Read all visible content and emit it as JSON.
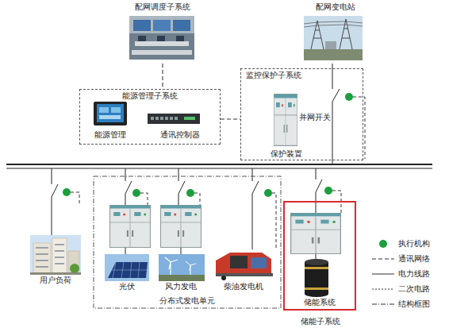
{
  "diagram": {
    "nodes": [
      {
        "text": [
          "配网调度子系统"
        ]
      },
      {
        "text": [
          "配网变电站"
        ]
      },
      {
        "text": [
          "能源管理子系统"
        ]
      },
      {
        "text": [
          "能源管理"
        ],
        "in": 2
      },
      {
        "text": [
          "通讯控制器"
        ],
        "in": 2
      },
      {
        "text": [
          "监控保护子系统"
        ]
      },
      {
        "text": [
          "保护装置"
        ],
        "in": 5
      },
      {
        "text": [
          "用户负荷"
        ]
      },
      {
        "text": [
          "分布式发电单元"
        ]
      },
      {
        "text": [
          "光伏"
        ],
        "in": 8
      },
      {
        "text": [
          "风力发电"
        ],
        "in": 8
      },
      {
        "text": [
          "柴油发电机"
        ],
        "in": 8
      },
      {
        "text": [
          "储能子系统"
        ]
      },
      {
        "text": [
          "储能系统"
        ],
        "in": 12
      }
    ],
    "edges": [
      {
        "from": 0,
        "to": 2,
        "arrow": "none"
      },
      {
        "from": 1,
        "to": 5,
        "arrow": "none"
      }
    ],
    "labels": [
      "并网开关"
    ],
    "legend": [
      {
        "text": "执行机构",
        "color": "#1a9f3c"
      },
      {
        "text": "通讯网络"
      },
      {
        "text": "电力线路"
      },
      {
        "text": "二次电路"
      },
      {
        "text": "结构框图"
      }
    ]
  }
}
